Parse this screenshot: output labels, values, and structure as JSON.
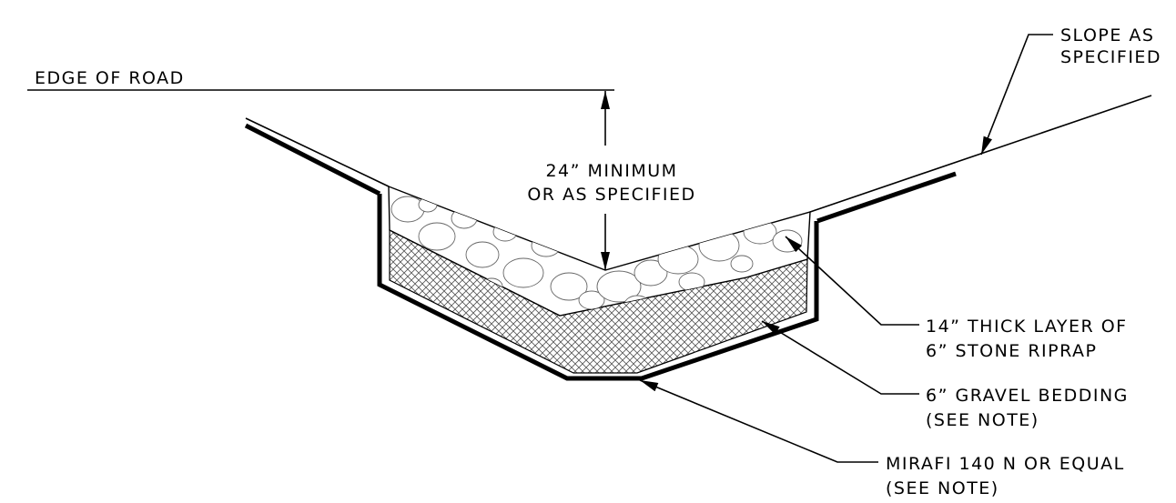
{
  "diagram": {
    "labels": {
      "edge_of_road": "EDGE OF ROAD",
      "slope_line1": "SLOPE AS",
      "slope_line2": "SPECIFIED",
      "dim_line1": "24” MINIMUM",
      "dim_line2": "OR AS SPECIFIED",
      "riprap_line1": "14” THICK LAYER OF",
      "riprap_line2": "6” STONE RIPRAP",
      "gravel_line1": "6” GRAVEL BEDDING",
      "gravel_line2": "(SEE NOTE)",
      "fabric_line1": "MIRAFI 140 N OR EQUAL",
      "fabric_line2": "(SEE NOTE)"
    },
    "colors": {
      "line": "#000000",
      "hatch": "#555555",
      "stone_outline": "#666666",
      "background": "#ffffff"
    }
  }
}
